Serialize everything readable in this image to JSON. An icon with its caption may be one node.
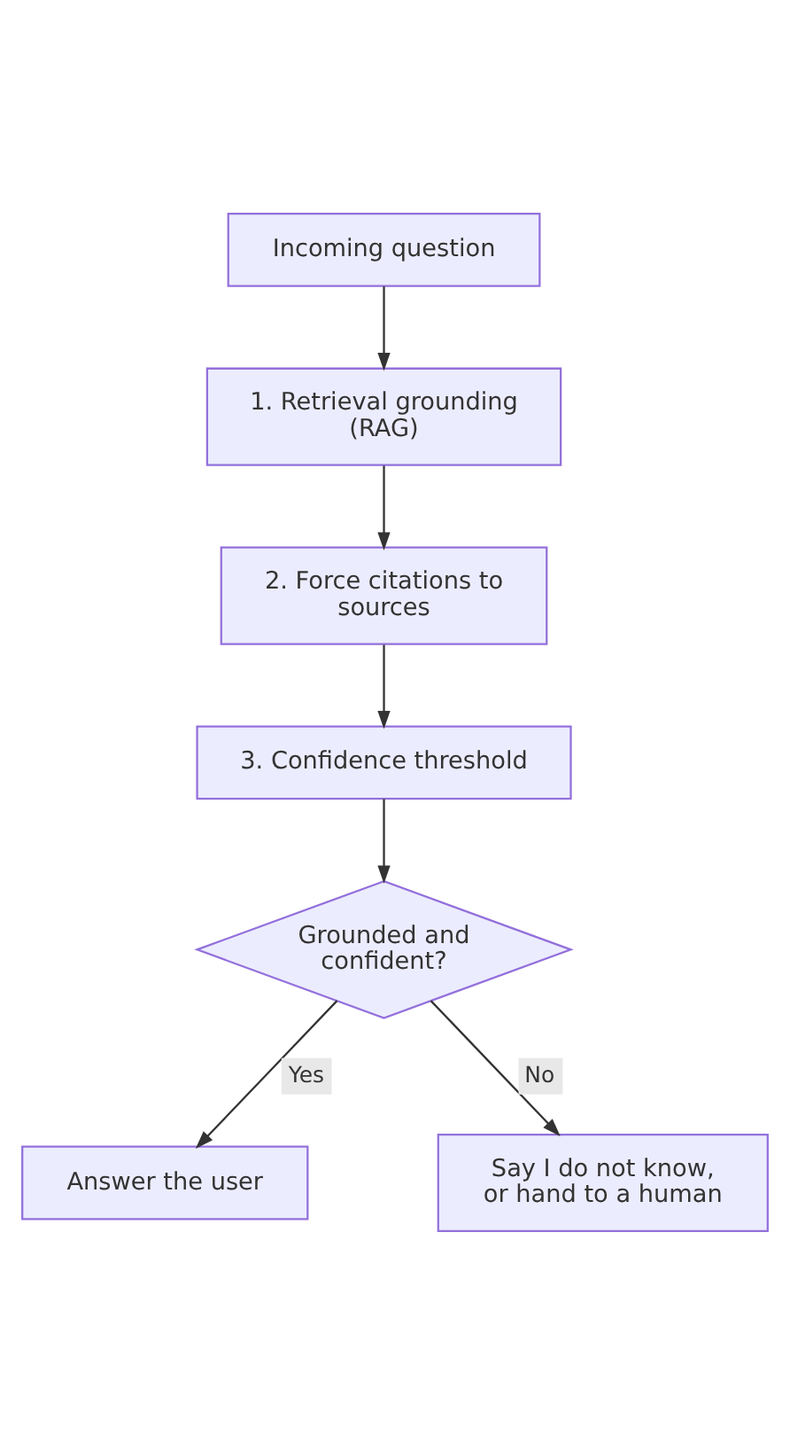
{
  "diagram": {
    "nodes": [
      {
        "text": [
          "Incoming question"
        ]
      },
      {
        "text": [
          "1. Retrieval grounding (RAG)"
        ]
      },
      {
        "text": [
          "2. Force citations to sources"
        ]
      },
      {
        "text": [
          "3. Confidence threshold"
        ]
      },
      {
        "text": [
          "Grounded and confident?"
        ]
      },
      {
        "text": [
          "Answer the user"
        ]
      },
      {
        "text": [
          "Say I do not know, or hand to a human"
        ]
      }
    ],
    "edges": [
      {
        "from": 0,
        "to": 1,
        "arrow": "to"
      },
      {
        "from": 1,
        "to": 2,
        "arrow": "to"
      },
      {
        "from": 2,
        "to": 3,
        "arrow": "to"
      },
      {
        "from": 3,
        "to": 4,
        "arrow": "to"
      },
      {
        "from": 4,
        "to": 5,
        "arrow": "to",
        "label": "Yes"
      },
      {
        "from": 4,
        "to": 6,
        "arrow": "to",
        "label": "No"
      }
    ]
  }
}
